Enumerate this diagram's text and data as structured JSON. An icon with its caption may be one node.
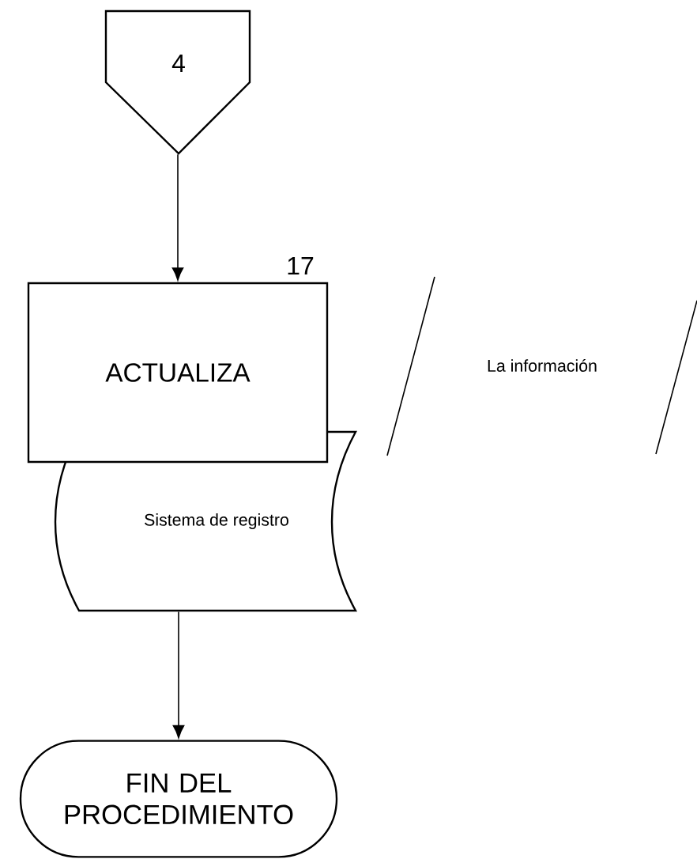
{
  "diagram": {
    "nodes": [
      {
        "text": [
          "4"
        ]
      },
      {
        "text": [
          "ACTUALIZA"
        ],
        "beside": [
          "17"
        ]
      },
      {
        "text": [
          "Sistema de registro"
        ]
      },
      {
        "text": [
          "FIN DEL PROCEDIMIENTO"
        ]
      },
      {
        "text": [
          "La información"
        ]
      }
    ],
    "edges": [
      {
        "from": 0,
        "to": 1,
        "arrow": "to"
      },
      {
        "from": 2,
        "to": 3,
        "arrow": "to"
      }
    ]
  }
}
